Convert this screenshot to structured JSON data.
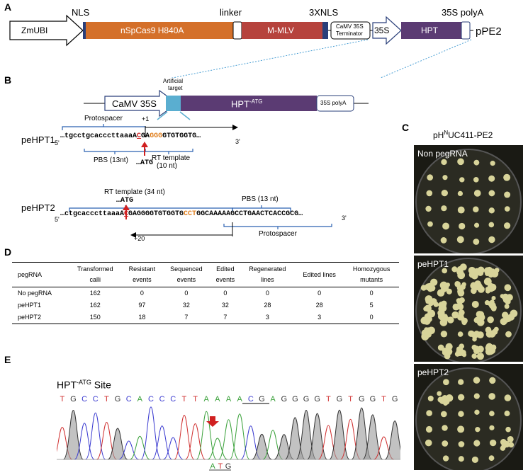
{
  "panels": {
    "a": "A",
    "b": "B",
    "c": "C",
    "d": "D",
    "e": "E"
  },
  "construct_a": {
    "labels": {
      "nls": "NLS",
      "linker": "linker",
      "nls3": "3XNLS",
      "polya": "35S polyA"
    },
    "segments": {
      "zmubi": "ZmUBI",
      "cas9": "nSpCas9 H840A",
      "mmlv": "M-MLV",
      "terminator_line1": "CaMV 35S",
      "terminator_line2": "Terminator",
      "p35s": "35S",
      "hpt": "HPT"
    },
    "plasmid": "pPE2",
    "colors": {
      "cas9": "#d4702a",
      "mmlv": "#b6433d",
      "hpt": "#5b3b73",
      "nls": "#2a3f7a",
      "dotted": "#4a9fd4"
    }
  },
  "construct_b": {
    "target_line1": "Artificial",
    "target_line2": "target",
    "camv": "CaMV 35S",
    "hpt": "HPT",
    "hpt_sup": "-ATG",
    "polya": "35S polyA",
    "target_color": "#5aaed0"
  },
  "pehpt1": {
    "name": "peHPT1",
    "protospacer": "Protospacer",
    "plus1": "+1",
    "five": "5'",
    "three": "3'",
    "seq_pre": "…tgcctgcacccttaaaA",
    "seq_c": "C",
    "seq_ga": "GA",
    "seq_ggg": "GGG",
    "seq_post": "GTGTGGTG…",
    "edit": "ATG",
    "edit_prefix": "…",
    "pbs": "PBS (13nt)",
    "rt_line1": "RT template",
    "rt_line2": "(10 nt)"
  },
  "pehpt2": {
    "name": "peHPT2",
    "rt": "RT template (34 nt)",
    "pbs": "PBS (13 nt)",
    "edit": "ATG",
    "edit_prefix": "…",
    "five": "5'",
    "three": "3'",
    "seq_pre": "…ctgcacccttaaaA",
    "seq_c": "C",
    "seq_mid": "GAGGGGTGTGGTG",
    "seq_cct": "CCT",
    "seq_post": "GGCAAAAAGCCTGAACTCACCGCG…",
    "protospacer": "Protospacer",
    "plus20": "+20"
  },
  "table": {
    "headers": [
      {
        "l1": "pegRNA",
        "l2": ""
      },
      {
        "l1": "Transformed",
        "l2": "calli"
      },
      {
        "l1": "Resistant",
        "l2": "events"
      },
      {
        "l1": "Sequenced",
        "l2": "events"
      },
      {
        "l1": "Edited",
        "l2": "events"
      },
      {
        "l1": "Regenerated",
        "l2": "lines"
      },
      {
        "l1": "Edited lines",
        "l2": ""
      },
      {
        "l1": "Homozygous",
        "l2": "mutants"
      }
    ],
    "rows": [
      [
        "No pegRNA",
        "162",
        "0",
        "0",
        "0",
        "0",
        "0",
        "0"
      ],
      [
        "peHPT1",
        "162",
        "97",
        "32",
        "32",
        "28",
        "28",
        "5"
      ],
      [
        "peHPT2",
        "150",
        "18",
        "7",
        "7",
        "3",
        "3",
        "0"
      ]
    ]
  },
  "panel_c": {
    "title_pre": "pH",
    "title_sup": "N",
    "title_post": "UC411-PE2",
    "plates": [
      "Non pegRNA",
      "peHPT1",
      "peHPT2"
    ]
  },
  "panel_e": {
    "site": "HPT",
    "site_sup": "-ATG",
    "site_post": " Site",
    "bases": [
      "T",
      "G",
      "C",
      "C",
      "T",
      "G",
      "C",
      "A",
      "C",
      "C",
      "C",
      "T",
      "T",
      "A",
      "A",
      "A",
      "A",
      "C",
      "G",
      "A",
      "G",
      "G",
      "G",
      "G",
      "T",
      "G",
      "T",
      "G",
      "G",
      "T",
      "G"
    ],
    "edit": [
      "A",
      "T",
      "G"
    ],
    "colors": {
      "A": "#3aa13a",
      "C": "#3a3ad0",
      "G": "#333333",
      "T": "#d03030"
    }
  }
}
